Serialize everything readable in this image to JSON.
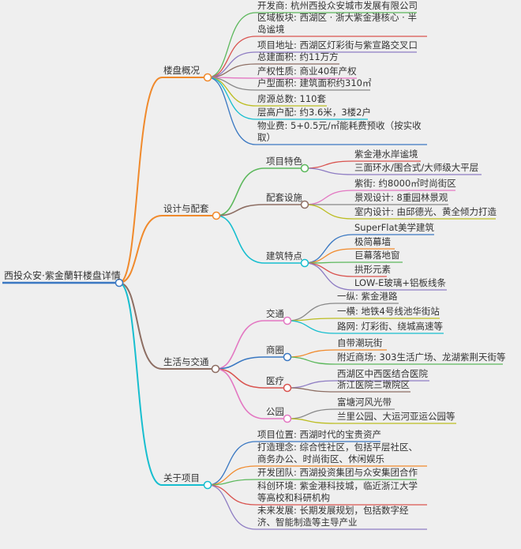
{
  "root": {
    "label": "西投众安·紫金蘭轩楼盘详情",
    "color": "#3a78c2"
  },
  "branches": [
    {
      "label": "楼盘概况",
      "color": "#f08a2c",
      "children": [
        {
          "label": "开发商: 杭州西投众安城市发展有限公司",
          "color": "#5cb85c"
        },
        {
          "label": "区域板块: 西湖区 · 浙大紫金港核心 · 半岛谧境",
          "color": "#d9534f"
        },
        {
          "label": "项目地址: 西湖区灯彩街与紫宣路交叉口",
          "color": "#8e7cc3"
        },
        {
          "label": "总建面积: 约11万方",
          "color": "#8d6e63"
        },
        {
          "label": "产权性质: 商业40年产权",
          "color": "#e377c2"
        },
        {
          "label": "户型面积: 建筑面积约310㎡",
          "color": "#888888"
        },
        {
          "label": "房源总数: 110套",
          "color": "#bcbd22"
        },
        {
          "label": "层高户配: 约3.6米，3楼2户",
          "color": "#17becf"
        },
        {
          "label": "物业费: 5+0.5元/㎡能耗费预收（按实收取）",
          "color": "#3a78c2"
        }
      ]
    },
    {
      "label": "设计与配套",
      "color": "#f08a2c",
      "children": [
        {
          "label": "项目特色",
          "color": "#5cb85c",
          "children": [
            {
              "label": "紫金港水岸谧境",
              "color": "#d9534f"
            },
            {
              "label": "三面环水/围合式/大师级大平层",
              "color": "#8e7cc3"
            }
          ]
        },
        {
          "label": "配套设施",
          "color": "#8d6e63",
          "children": [
            {
              "label": "紫街: 约8000㎡时尚街区",
              "color": "#e377c2"
            },
            {
              "label": "景观设计: 8重园林景观",
              "color": "#888888"
            },
            {
              "label": "室内设计: 由邱德光、黄全倾力打造",
              "color": "#bcbd22"
            }
          ]
        },
        {
          "label": "建筑特点",
          "color": "#17becf",
          "children": [
            {
              "label": "SuperFlat美学建筑",
              "color": "#3a78c2"
            },
            {
              "label": "极简幕墙",
              "color": "#f08a2c"
            },
            {
              "label": "巨幕落地窗",
              "color": "#5cb85c"
            },
            {
              "label": "拱形元素",
              "color": "#d9534f"
            },
            {
              "label": "LOW-E玻璃+铝板线条",
              "color": "#8e7cc3"
            }
          ]
        }
      ]
    },
    {
      "label": "生活与交通",
      "color": "#8d6e63",
      "children": [
        {
          "label": "交通",
          "color": "#e377c2",
          "children": [
            {
              "label": "一纵: 紫金港路",
              "color": "#888888"
            },
            {
              "label": "一横: 地铁4号线池华街站",
              "color": "#bcbd22"
            },
            {
              "label": "路网: 灯彩街、绕城高速等",
              "color": "#17becf"
            }
          ]
        },
        {
          "label": "商圈",
          "color": "#3a78c2",
          "children": [
            {
              "label": "自带潮玩街",
              "color": "#f08a2c"
            },
            {
              "label": "附近商场: 303生活广场、龙湖紫荆天街等",
              "color": "#5cb85c"
            }
          ]
        },
        {
          "label": "医疗",
          "color": "#d9534f",
          "children": [
            {
              "label": "西湖区中西医结合医院",
              "color": "#8e7cc3"
            },
            {
              "label": "浙江医院三墩院区",
              "color": "#8d6e63"
            }
          ]
        },
        {
          "label": "公园",
          "color": "#e377c2",
          "children": [
            {
              "label": "富塘河风光带",
              "color": "#888888"
            },
            {
              "label": "兰里公园、大运河亚运公园等",
              "color": "#bcbd22"
            }
          ]
        }
      ]
    },
    {
      "label": "关于项目",
      "color": "#17becf",
      "children": [
        {
          "label": "项目位置: 西湖时代的宝贵资产",
          "color": "#3a78c2"
        },
        {
          "label": "打造理念: 综合性社区，包括平层社区、商务办公、时尚街区、休闲娱乐",
          "color": "#f08a2c"
        },
        {
          "label": "开发团队: 西湖投资集团与众安集团合作",
          "color": "#5cb85c"
        },
        {
          "label": "科创环境: 紫金港科技城，临近浙江大学等高校和科研机构",
          "color": "#d9534f"
        },
        {
          "label": "未来发展: 长期发展规划，包括数字经济、智能制造等主导产业",
          "color": "#8e7cc3"
        }
      ]
    }
  ]
}
